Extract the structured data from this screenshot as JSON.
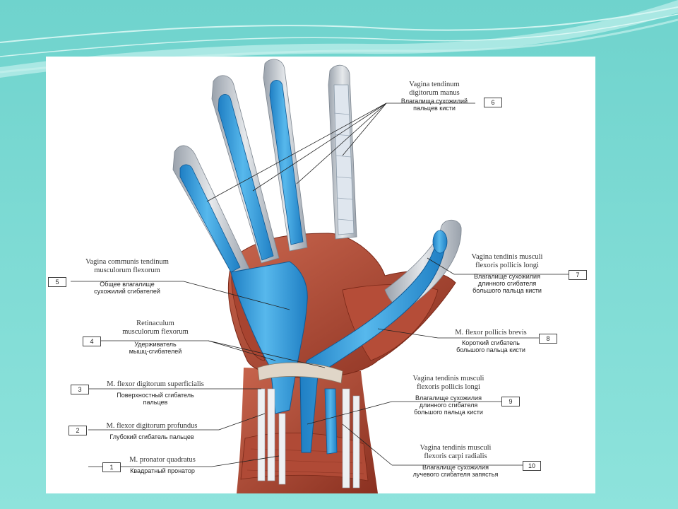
{
  "labels": [
    {
      "id": "6",
      "number": "6",
      "latin_1": "Vagina tendinum",
      "latin_2": "digitorum manus",
      "russian_1": "Влагалища сухожилий",
      "russian_2": "пальцев кисти"
    },
    {
      "id": "5",
      "number": "5",
      "latin_1": "Vagina communis tendinum",
      "latin_2": "musculorum flexorum",
      "russian_1": "Общее влагалище",
      "russian_2": "сухожилий сгибателей"
    },
    {
      "id": "7",
      "number": "7",
      "latin_1": "Vagina tendinis musculi",
      "latin_2": "flexoris pollicis longi",
      "russian_1": "Влагалище сухожилия",
      "russian_2": "длинного сгибателя",
      "russian_3": "большого пальца кисти"
    },
    {
      "id": "4",
      "number": "4",
      "latin_1": "Retinaculum",
      "latin_2": "musculorum flexorum",
      "russian_1": "Удерживатель",
      "russian_2": "мышц-сгибателей"
    },
    {
      "id": "8",
      "number": "8",
      "latin_1": "M. flexor pollicis brevis",
      "russian_1": "Короткий сгибатель",
      "russian_2": "большого пальца кисти"
    },
    {
      "id": "3",
      "number": "3",
      "latin_1": "M. flexor digitorum superficialis",
      "russian_1": "Поверхностный сгибатель",
      "russian_2": "пальцев"
    },
    {
      "id": "9",
      "number": "9",
      "latin_1": "Vagina tendinis musculi",
      "latin_2": "flexoris pollicis longi",
      "russian_1": "Влагалище сухожилия",
      "russian_2": "длинного сгибателя",
      "russian_3": "большого пальца кисти"
    },
    {
      "id": "2",
      "number": "2",
      "latin_1": "M. flexor digitorum profundus",
      "russian_1": "Глубокий сгибатель пальцев"
    },
    {
      "id": "10",
      "number": "10",
      "latin_1": "Vagina tendinis musculi",
      "latin_2": "flexoris carpi radialis",
      "russian_1": "Влагалище сухожилия",
      "russian_2": "лучевого сгибателя запястья"
    },
    {
      "id": "1",
      "number": "1",
      "latin_1": "M. pronator quadratus",
      "russian_1": "Квадратный пронатор"
    }
  ],
  "colors": {
    "background": "#7fdcd6",
    "wave_light": "#bff0ec",
    "panel": "#ffffff",
    "sheath_blue": "#3aa3e0",
    "sheath_highlight": "#8fd2f5",
    "muscle_red": "#b8503c",
    "muscle_dark": "#8a3020",
    "skin_grey": "#c8ccd2",
    "tendon_white": "#eef0f2"
  }
}
